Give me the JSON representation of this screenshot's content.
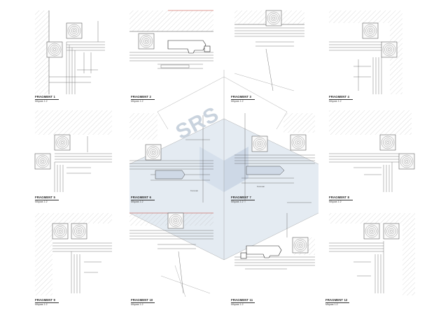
{
  "watermark": "SRS",
  "annotations": {
    "a6": "Koresan",
    "a7": "Koresan"
  },
  "fragments": [
    {
      "title": "FRAGMENT 1",
      "scale": "Mlquas 1:2"
    },
    {
      "title": "FRAGMENT 2",
      "scale": "Mlquas 1:2"
    },
    {
      "title": "FRAGMENT 3",
      "scale": "Mlquas 1:2"
    },
    {
      "title": "FRAGMENT 4",
      "scale": "Mlquas 1:2"
    },
    {
      "title": "FRAGMENT 5",
      "scale": "Mlquas 1:2"
    },
    {
      "title": "FRAGMENT 6",
      "scale": "Mlquas 1:2"
    },
    {
      "title": "FRAGMENT 7",
      "scale": "Mlquas 1:2"
    },
    {
      "title": "FRAGMENT 8",
      "scale": "Mlquas 1:2"
    },
    {
      "title": "FRAGMENT 9",
      "scale": "Mlquas 1:2"
    },
    {
      "title": "FRAGMENT 10",
      "scale": "Mlquas 1:2"
    },
    {
      "title": "FRAGMENT 11",
      "scale": "Mlquas 1:2"
    },
    {
      "title": "FRAGMENT 12",
      "scale": "Mlquas 1:2"
    }
  ]
}
